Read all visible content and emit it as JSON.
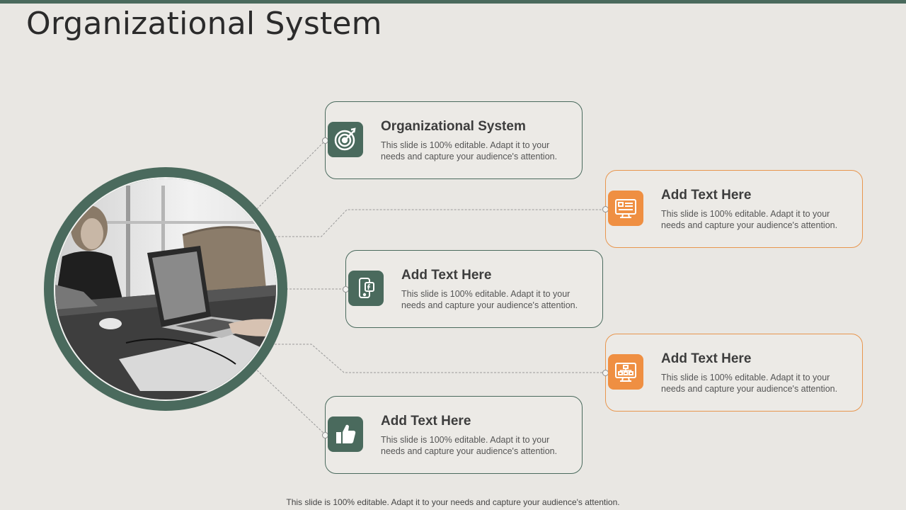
{
  "slide": {
    "title": "Organizational System",
    "footer": "This slide is 100% editable. Adapt it to your needs and capture your audience's attention."
  },
  "colors": {
    "accent_green": "#4a6a5d",
    "accent_orange": "#ef8f42",
    "background": "#e9e7e3"
  },
  "items": [
    {
      "heading": "Organizational System",
      "text": "This slide is 100% editable. Adapt it to your needs and capture your audience's attention.",
      "icon": "target-icon",
      "color": "green"
    },
    {
      "heading": "Add Text Here",
      "text": "This slide is 100% editable. Adapt it to your needs and capture your audience's attention.",
      "icon": "monitor-profile-icon",
      "color": "orange"
    },
    {
      "heading": "Add Text Here",
      "text": "This slide is 100% editable. Adapt it to your needs and capture your audience's attention.",
      "icon": "mobile-social-icon",
      "color": "green"
    },
    {
      "heading": "Add Text Here",
      "text": "This slide is 100% editable. Adapt it to your needs and capture your audience's attention.",
      "icon": "monitor-hierarchy-icon",
      "color": "orange"
    },
    {
      "heading": "Add Text Here",
      "text": "This slide is 100% editable. Adapt it to your needs and capture your audience's attention.",
      "icon": "thumbs-up-icon",
      "color": "green"
    }
  ]
}
